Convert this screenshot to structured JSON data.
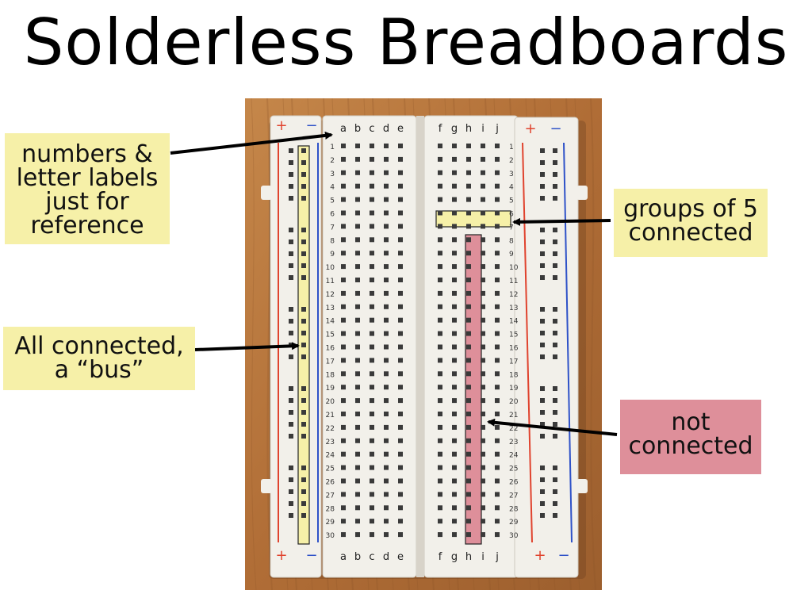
{
  "slide": {
    "title": "Solderless Breadboards"
  },
  "board": {
    "left_letters": [
      "a",
      "b",
      "c",
      "d",
      "e"
    ],
    "right_letters": [
      "f",
      "g",
      "h",
      "i",
      "j"
    ],
    "row_count": 30,
    "rail_plus": "+",
    "rail_minus": "−"
  },
  "callouts": {
    "labels_note": [
      "numbers &",
      "letter labels",
      "just for",
      "reference"
    ],
    "groups_note": [
      "groups of 5",
      "connected"
    ],
    "bus_note": [
      "All connected,",
      "a “bus”"
    ],
    "not_connected_note": [
      "not",
      "connected"
    ]
  },
  "colors": {
    "wood": "#b8763d",
    "board": "#f2f0ea",
    "rail_red": "#e0432e",
    "rail_blue": "#2f52c8",
    "highlight_yellow": "#f6f0a8",
    "highlight_pink": "#de8f9a"
  }
}
